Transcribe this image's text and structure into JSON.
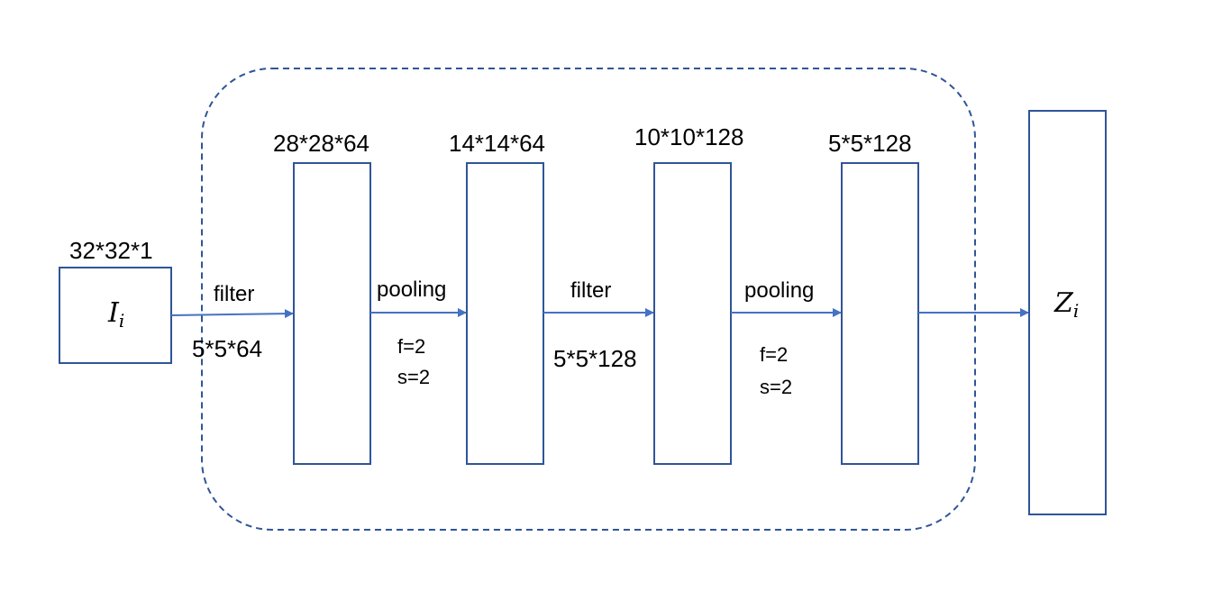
{
  "input": {
    "size_label": "32*32*1",
    "symbol": "I",
    "subscript": "i"
  },
  "output": {
    "symbol": "Z",
    "subscript": "i"
  },
  "layers": [
    {
      "size_label": "28*28*64"
    },
    {
      "size_label": "14*14*64"
    },
    {
      "size_label": "10*10*128"
    },
    {
      "size_label": "5*5*128"
    }
  ],
  "operations": [
    {
      "name": "filter",
      "params": [
        "5*5*64"
      ]
    },
    {
      "name": "pooling",
      "params": [
        "f=2",
        "s=2"
      ]
    },
    {
      "name": "filter",
      "params": [
        "5*5*128"
      ]
    },
    {
      "name": "pooling",
      "params": [
        "f=2",
        "s=2"
      ]
    }
  ],
  "colors": {
    "arrow": "#4472c4",
    "dashed_border": "#2f5597",
    "box_border": "#2f5597"
  }
}
